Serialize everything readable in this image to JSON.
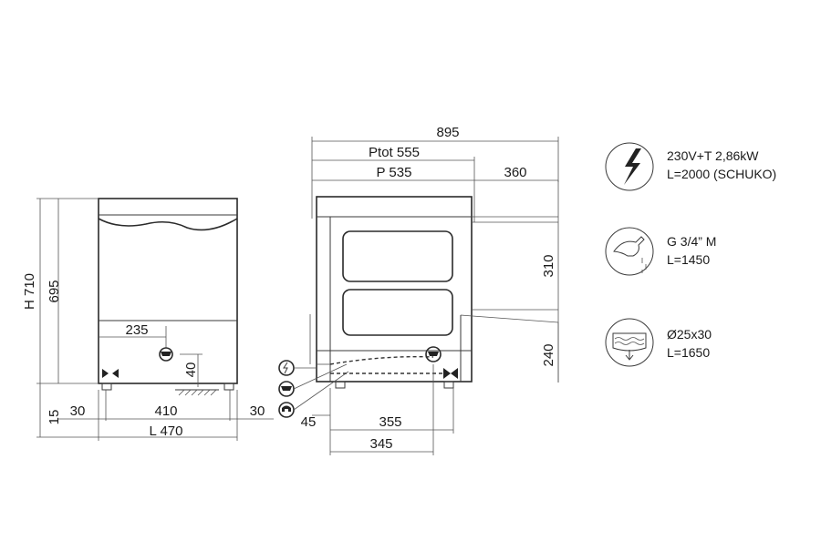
{
  "front_view": {
    "height_total": "H 710",
    "height_body": "695",
    "height_feet": "15",
    "drain_offset": "235",
    "drain_height": "40",
    "foot_left": "30",
    "foot_span": "410",
    "foot_right": "30",
    "width": "L 470"
  },
  "side_view": {
    "overall_depth": "895",
    "depth_total": "Ptot 555",
    "depth": "P 535",
    "door_clearance": "360",
    "door_height": "310",
    "lower_height": "240",
    "foot_offset": "45",
    "foot_span": "355",
    "drain_position": "345"
  },
  "connections": [
    {
      "icon": "lightning-icon",
      "line1": "230V+T 2,86kW",
      "line2": "L=2000 (SCHUKO)"
    },
    {
      "icon": "water-tap-icon",
      "line1": "G 3/4” M",
      "line2": "L=1450"
    },
    {
      "icon": "drain-icon",
      "line1": "Ø25x30",
      "line2": "L=1650"
    }
  ]
}
